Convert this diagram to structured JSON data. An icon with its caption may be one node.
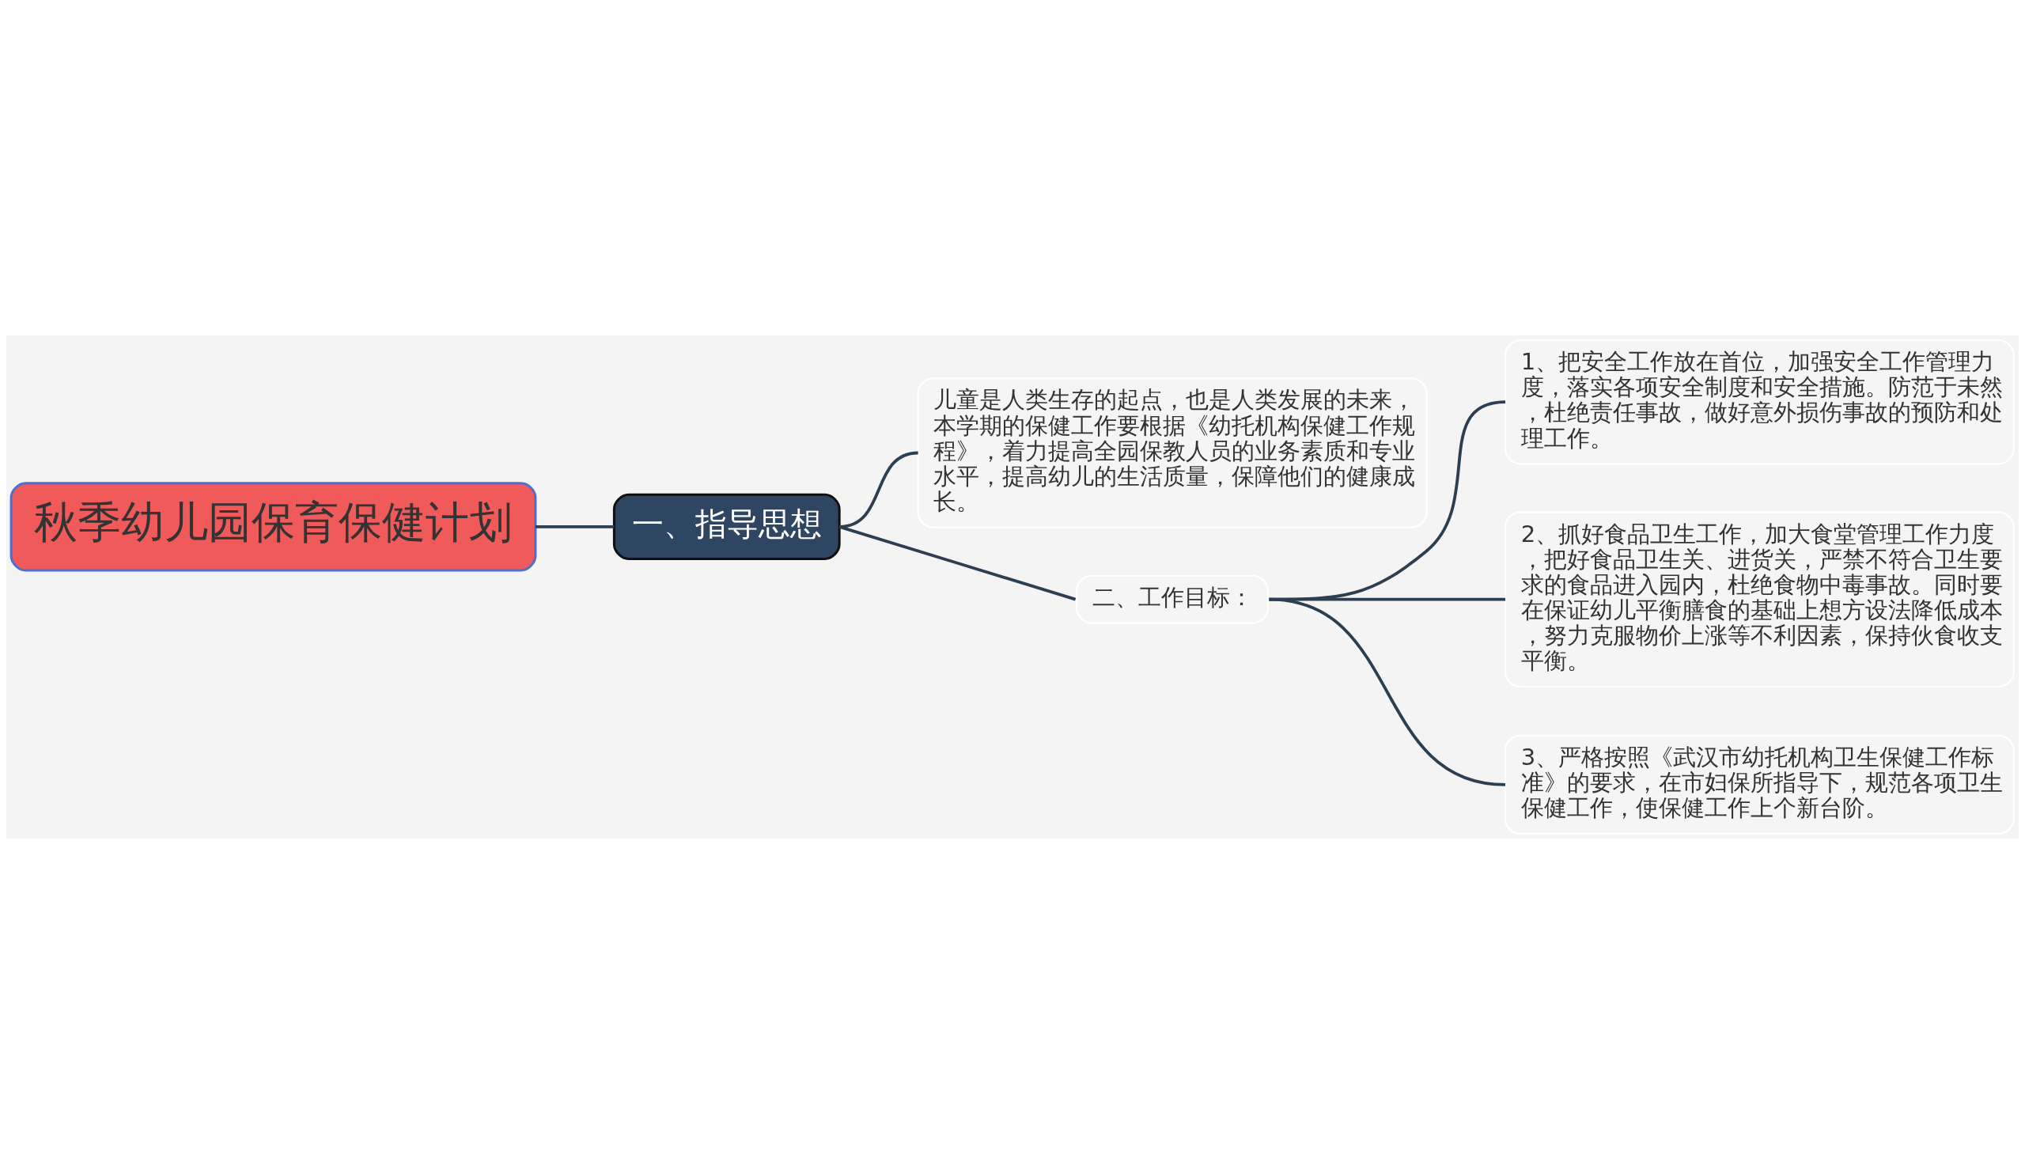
{
  "diagram": {
    "nodes": [
      {
        "text": [
          "秋季幼儿园保育保健计划"
        ]
      },
      {
        "text": [
          "一、指导思想"
        ]
      },
      {
        "text": [
          "儿童是人类生存的起点，也是人类发展的未来，本学期的保健工作要根据《幼托机构保健工作规程》，着力提高全园保教人员的业务素质和专业水平，提高幼儿的生活质量，保障他们的健康成长。"
        ]
      },
      {
        "text": [
          "二、工作目标："
        ]
      },
      {
        "text": [
          "1、把安全工作放在首位，加强安全工作管理力度，落实各项安全制度和安全措施。防范于未然，杜绝责任事故，做好意外损伤事故的预防和处理工作。"
        ]
      },
      {
        "text": [
          "2、抓好食品卫生工作，加大食堂管理工作力度，把好食品卫生关、进货关，严禁不符合卫生要求的食品进入园内，杜绝食物中毒事故。同时要在保证幼儿平衡膳食的基础上想方设法降低成本，努力克服物价上涨等不利因素，保持伙食收支平衡。"
        ]
      },
      {
        "text": [
          "3、严格按照《武汉市幼托机构卫生保健工作标准》的要求，在市妇保所指导下，规范各项卫生保健工作，使保健工作上个新台阶。"
        ]
      }
    ],
    "edges": [
      {
        "from": 0,
        "to": 1,
        "arrow": "none"
      },
      {
        "from": 1,
        "to": 2,
        "arrow": "none"
      },
      {
        "from": 1,
        "to": 3,
        "arrow": "none"
      },
      {
        "from": 3,
        "to": 4,
        "arrow": "none"
      },
      {
        "from": 3,
        "to": 5,
        "arrow": "none"
      },
      {
        "from": 3,
        "to": 6,
        "arrow": "none"
      }
    ]
  }
}
